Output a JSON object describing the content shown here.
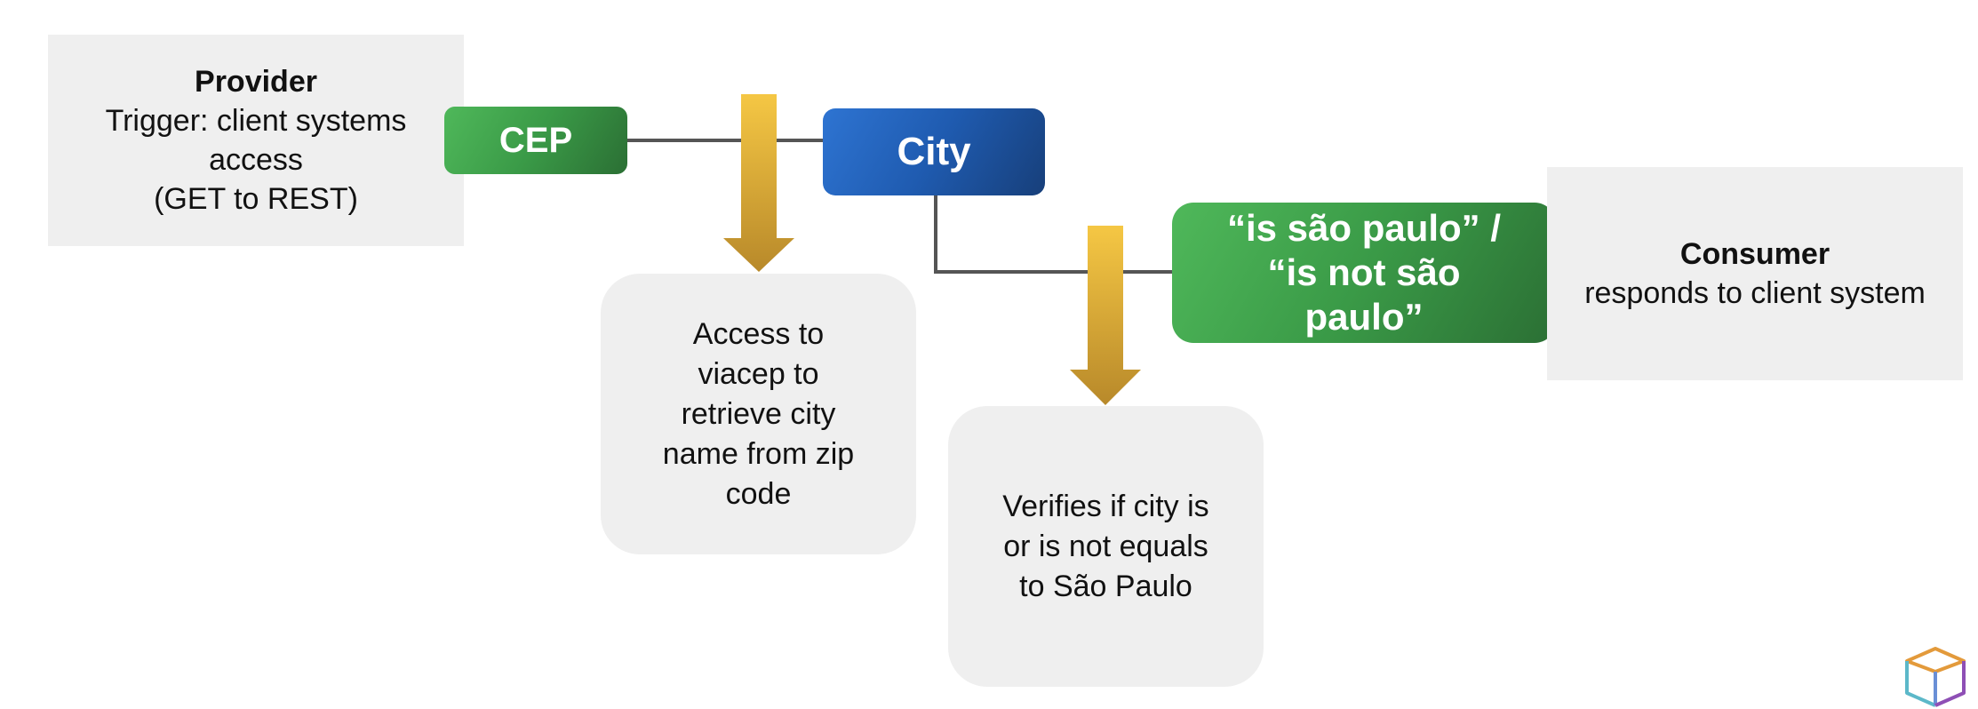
{
  "provider": {
    "title": "Provider",
    "lines": [
      "Trigger: client systems",
      "access",
      "(GET to REST)"
    ]
  },
  "consumer": {
    "title": "Consumer",
    "lines": [
      "responds to client system"
    ]
  },
  "chips": {
    "cep": "CEP",
    "city": "City",
    "result_lines": [
      "“is são paulo” /",
      "“is not são",
      "paulo”"
    ]
  },
  "steps": {
    "viacep_lines": [
      "Access to",
      "viacep to",
      "retrieve city",
      "name from zip",
      "code"
    ],
    "verify_lines": [
      "Verifies if city is",
      "or is not equals",
      "to São Paulo"
    ]
  },
  "colors": {
    "chip_green": "#3a9a47",
    "chip_blue": "#1f5bb0",
    "arrow_gold": "#e2b53d",
    "box_gray": "#efefef",
    "connector": "#555555"
  },
  "icons": {
    "corner_logo": "cube-logo-icon"
  }
}
